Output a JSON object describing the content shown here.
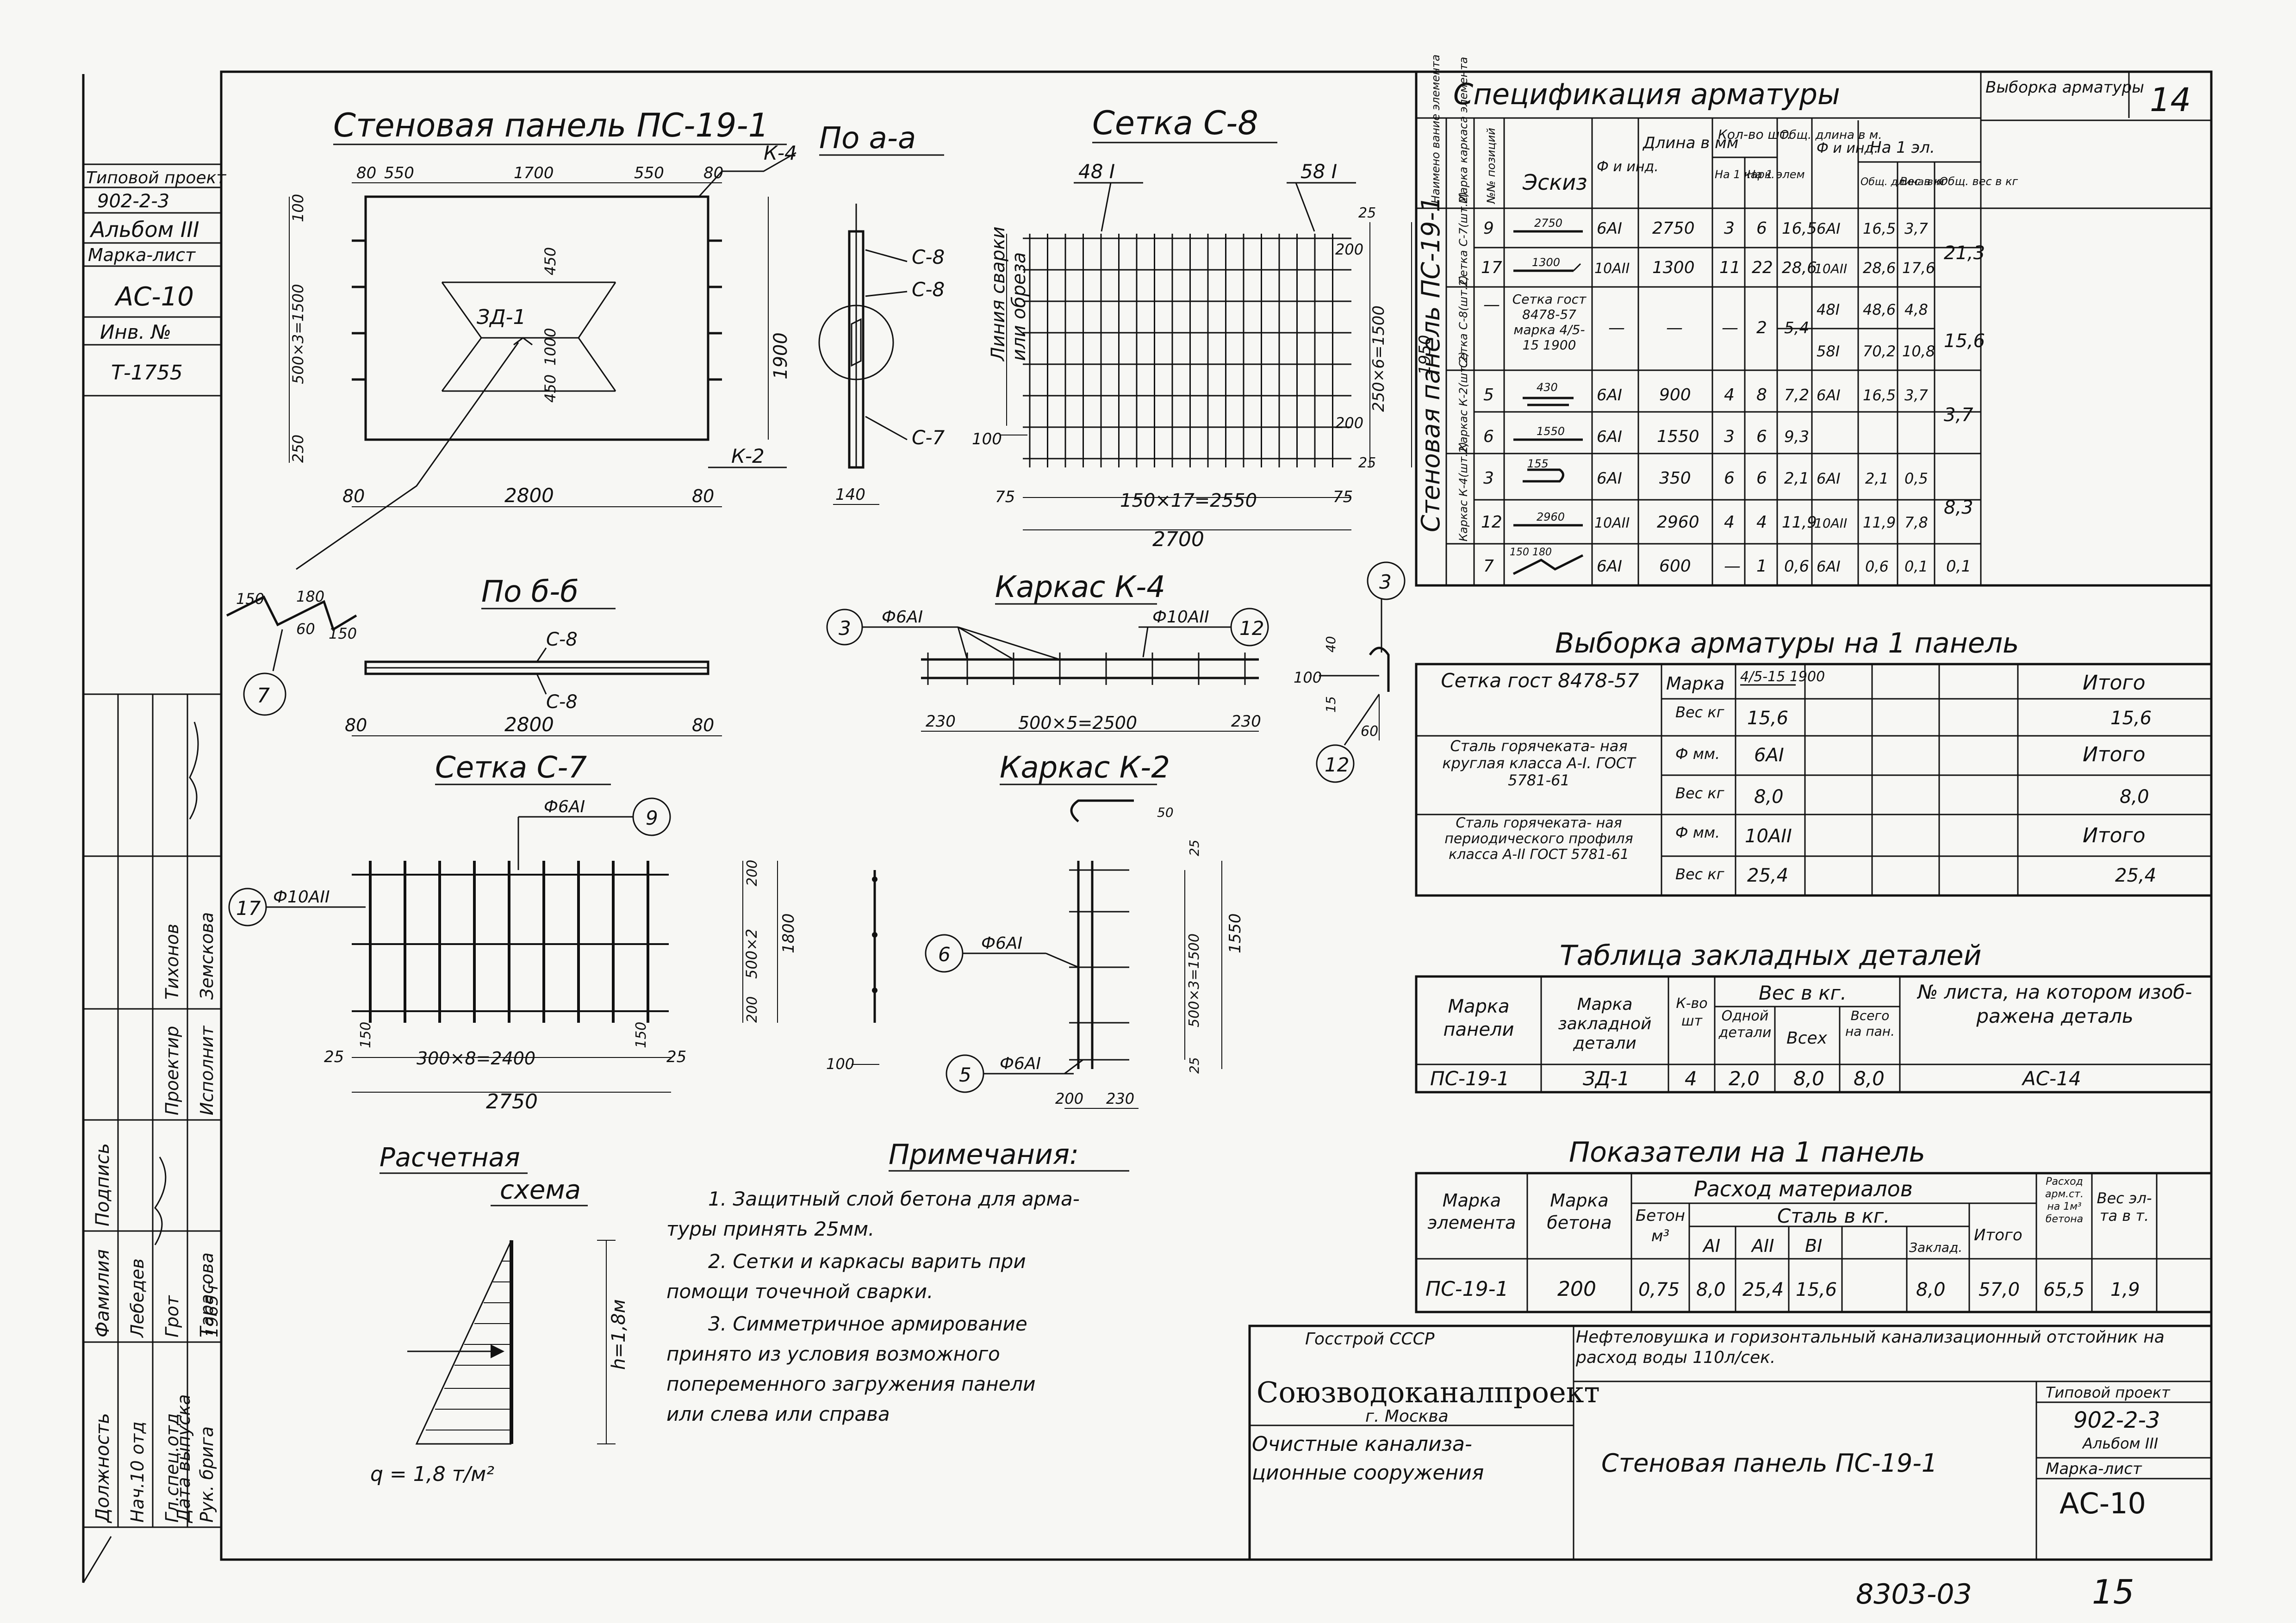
{
  "sheet_number": "14",
  "left_strip": {
    "title1": "Типовой проект",
    "project": "902-2-3",
    "album": "Альбом III",
    "mark_label": "Марка-лист",
    "mark": "АС-10",
    "inv_label": "Инв. №",
    "inv": "Т-1755"
  },
  "signatures": {
    "headers": [
      "Должность",
      "Фамилия",
      "Подпись"
    ],
    "rows": [
      {
        "role": "Нач.10 отд",
        "name": "Лебедев"
      },
      {
        "role": "Гл.спец.отд",
        "name": "Грот"
      },
      {
        "role": "Рук. брига",
        "name": "Тарасова"
      },
      {
        "role": "Проектир",
        "name": "Тихонов"
      },
      {
        "role": "Исполнит",
        "name": "Земскова"
      }
    ],
    "release_label": "Дата выпуска",
    "release_year": "1965 г"
  },
  "drawings": {
    "panel_title": "Стеновая панель ПС-19-1",
    "section_aa": "По а-а",
    "section_bb": "По б-б",
    "mesh_c8": "Сетка С-8",
    "mesh_c7": "Сетка С-7",
    "frame_k4": "Каркас К-4",
    "frame_k2": "Каркас К-2",
    "calc_title1": "Расчетная",
    "calc_title2": "схема",
    "weld_line1": "Линия сварки",
    "weld_line2": "или обреза",
    "embedded": "ЗД-1",
    "dims_panel": [
      "80",
      "550",
      "1700",
      "550",
      "80",
      "2800",
      "80",
      "80",
      "1900",
      "450",
      "1000",
      "450",
      "500×3=1500",
      "100",
      "250"
    ],
    "dims_c8": [
      "48 I",
      "58 I",
      "150×17=2550",
      "2700",
      "75",
      "75",
      "250×6=1500",
      "1950",
      "25",
      "200",
      "200",
      "25",
      "100"
    ],
    "dims_c7": [
      "Ф6АI",
      "Ф10АII",
      "300×8=2400",
      "2750",
      "25",
      "25",
      "150",
      "150",
      "200",
      "500×2",
      "1800",
      "200"
    ],
    "dims_k4": [
      "Ф6АI",
      "Ф10АII",
      "230",
      "500×5=2500",
      "230"
    ],
    "dims_k2": [
      "Ф6АI",
      "Ф6АI",
      "200",
      "230",
      "500×3=1500",
      "1550",
      "25",
      "25",
      "50"
    ],
    "dims_misc": [
      "150",
      "180",
      "60",
      "150",
      "140",
      "100",
      "100",
      "40",
      "15",
      "60",
      "К-4",
      "К-2",
      "С-8",
      "С-7",
      "С-8",
      "С-8"
    ],
    "callouts": [
      "3",
      "12",
      "9",
      "17",
      "6",
      "5",
      "7",
      "3",
      "12"
    ],
    "calc_h": "h=1,8м",
    "calc_q": "q = 1,8 т/м²"
  },
  "notes": {
    "title": "Примечания:",
    "lines": [
      "1. Защитный слой бетона для арма-",
      "туры принять 25мм.",
      "2. Сетки и каркасы варить при",
      "помощи точечной сварки.",
      "3. Симметричное армирование",
      "принято из условия возможного",
      "попеременного загружения панели",
      "или слева или справа"
    ]
  },
  "spec_table": {
    "title": "Спецификация арматуры",
    "vyb_title": "Выборка арматуры",
    "headers": {
      "element": "Наимено вание элемента",
      "mark": "Марка каркаса элемента",
      "pos": "№№ позиций",
      "sketch": "Эскиз",
      "dia": "Ф и инд.",
      "length": "Длина в мм",
      "qty": "Кол-во шт.",
      "qty_k": "На 1 карк.",
      "qty_e": "На 1 элем",
      "total_len": "Общ. длина в м.",
      "v_dia": "Ф и инд.",
      "per_el": "На 1 эл.",
      "v_len": "Общ. длина в м",
      "v_w": "Вес в кг",
      "v_total": "Общ. вес в кг"
    },
    "element_name": "Стеновая панель ПС-19-1",
    "groups": [
      {
        "mark": "Сетка С-7(шт.2)",
        "total": "21,3"
      },
      {
        "mark": "Сетка С-8(шт.2)",
        "total": "15,6"
      },
      {
        "mark": "Каркас К-2(шт.2)",
        "total": "3,7"
      },
      {
        "mark": "Каркас К-4(шт.2)",
        "total": "8,3"
      }
    ],
    "rows": [
      {
        "pos": "9",
        "sketch": "2750",
        "dia": "6АI",
        "len": "2750",
        "k": "3",
        "e": "6",
        "tl": "16,5",
        "vd": "6АI",
        "vl": "16,5",
        "vw": "3,7"
      },
      {
        "pos": "17",
        "sketch": "1300",
        "dia": "10АII",
        "len": "1300",
        "k": "11",
        "e": "22",
        "tl": "28,6",
        "vd": "10АII",
        "vl": "28,6",
        "vw": "17,6"
      },
      {
        "pos": "—",
        "sketch": "Сетка гост 8478-57 марка 4/5-15 1900",
        "dia": "—",
        "len": "—",
        "k": "—",
        "e": "2",
        "tl": "5,4",
        "vd": "48I",
        "vl": "48,6",
        "vw": "4,8"
      },
      {
        "pos": "",
        "sketch": "",
        "dia": "",
        "len": "",
        "k": "",
        "e": "",
        "tl": "",
        "vd": "58I",
        "vl": "70,2",
        "vw": "10,8"
      },
      {
        "pos": "5",
        "sketch": "430",
        "dia": "6АI",
        "len": "900",
        "k": "4",
        "e": "8",
        "tl": "7,2",
        "vd": "6АI",
        "vl": "16,5",
        "vw": "3,7"
      },
      {
        "pos": "6",
        "sketch": "1550",
        "dia": "6АI",
        "len": "1550",
        "k": "3",
        "e": "6",
        "tl": "9,3",
        "vd": "",
        "vl": "",
        "vw": ""
      },
      {
        "pos": "3",
        "sketch": "155",
        "dia": "6АI",
        "len": "350",
        "k": "6",
        "e": "6",
        "tl": "2,1",
        "vd": "6АI",
        "vl": "2,1",
        "vw": "0,5"
      },
      {
        "pos": "12",
        "sketch": "2960",
        "dia": "10АII",
        "len": "2960",
        "k": "4",
        "e": "4",
        "tl": "11,9",
        "vd": "10АII",
        "vl": "11,9",
        "vw": "7,8"
      },
      {
        "pos": "7",
        "sketch": "150 180",
        "dia": "6АI",
        "len": "600",
        "k": "—",
        "e": "1",
        "tl": "0,6",
        "vd": "6АI",
        "vl": "0,6",
        "vw": "0,1",
        "tot": "0,1"
      }
    ]
  },
  "vyborka": {
    "title": "Выборка арматуры на 1 панель",
    "rows": [
      {
        "name": "Сетка гост 8478-57",
        "l1": "Марка",
        "v1": "4/5-15 1900",
        "l2": "Вес кг",
        "v2": "15,6",
        "it_label": "Итого",
        "it": "15,6"
      },
      {
        "name": "Сталь горячеката- ная круглая класса А-I. ГОСТ 5781-61",
        "l1": "Ф мм.",
        "v1": "6АI",
        "l2": "Вес кг",
        "v2": "8,0",
        "it_label": "Итого",
        "it": "8,0"
      },
      {
        "name": "Сталь горячеката- ная периодического профиля класса А-II ГОСТ 5781-61",
        "l1": "Ф мм.",
        "v1": "10АII",
        "l2": "Вес кг",
        "v2": "25,4",
        "it_label": "Итого",
        "it": "25,4"
      }
    ]
  },
  "embedded_table": {
    "title": "Таблица закладных деталей",
    "headers": [
      "Марка панели",
      "Марка закладной детали",
      "К-во шт",
      "Вес в кг.",
      "Одной детали",
      "Всех",
      "Всего на пан.",
      "№ листа, на котором изоб- ражена деталь"
    ],
    "row": [
      "ПС-19-1",
      "ЗД-1",
      "4",
      "2,0",
      "8,0",
      "8,0",
      "АС-14"
    ]
  },
  "indicators": {
    "title": "Показатели на 1 панель",
    "headers": [
      "Марка элемента",
      "Марка бетона",
      "Расход материалов",
      "Бетон м³",
      "Сталь в кг.",
      "АI",
      "АII",
      "ВI",
      "Заклад.",
      "Итого",
      "Расход арм.ст. на 1м³ бетона",
      "Вес эл-та в т."
    ],
    "row": [
      "ПС-19-1",
      "200",
      "0,75",
      "8,0",
      "25,4",
      "15,6",
      "8,0",
      "57,0",
      "65,5",
      "1,9"
    ]
  },
  "title_block": {
    "org1": "Госстрой СССР",
    "org2": "Союзводоканалпроект",
    "city": "г. Москва",
    "project_name": "Нефтеловушка и горизонтальный канализационный отстойник на расход воды 110л/сек.",
    "section": "Очистные канализа- ционные сооружения",
    "sheet_title": "Стеновая панель ПС-19-1",
    "tp_label": "Типовой проект",
    "tp": "902-2-3",
    "album": "Альбом III",
    "ml_label": "Марка-лист",
    "ml": "АС-10"
  },
  "footer": {
    "code": "8303-03",
    "page": "15"
  }
}
